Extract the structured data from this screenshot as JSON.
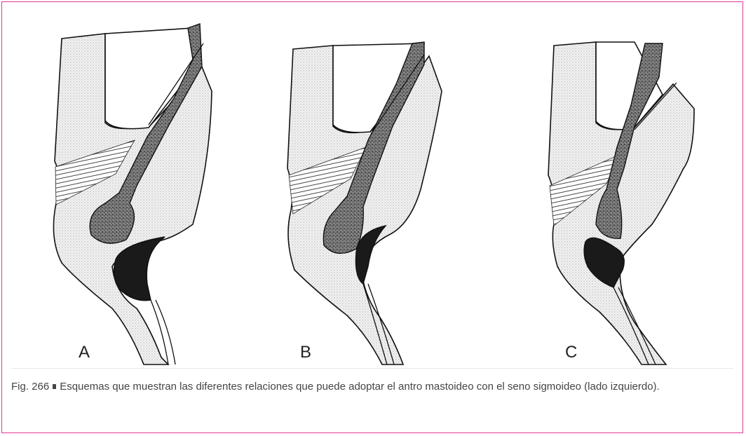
{
  "figure": {
    "panels": [
      {
        "label": "A"
      },
      {
        "label": "B"
      },
      {
        "label": "C"
      }
    ],
    "caption": {
      "number": "Fig. 266",
      "text": "Esquemas que muestran las diferentes relaciones que puede adoptar el antro mastoideo con el seno sigmoideo (lado izquierdo)."
    },
    "colors": {
      "frame": "#e0379a",
      "bone_fill": "#ececec",
      "antrum_fill": "#6a6a6a",
      "sinus_fill": "#1a1a1a",
      "outline": "#111111"
    }
  }
}
